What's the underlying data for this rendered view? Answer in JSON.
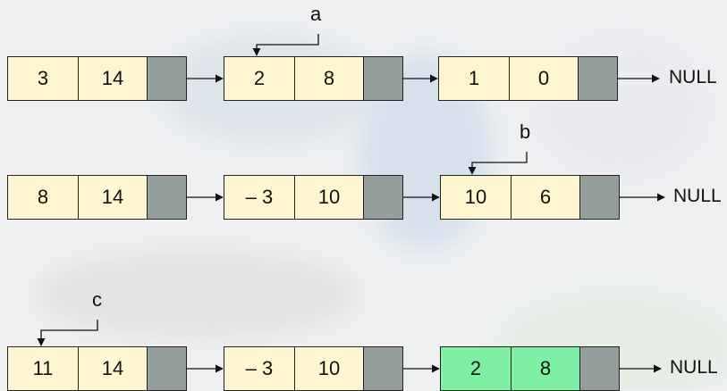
{
  "lists": [
    {
      "nodes": [
        {
          "coef": "3",
          "exp": "14"
        },
        {
          "coef": "2",
          "exp": "8"
        },
        {
          "coef": "1",
          "exp": "0"
        }
      ],
      "terminator": "NULL"
    },
    {
      "nodes": [
        {
          "coef": "8",
          "exp": "14"
        },
        {
          "coef": "– 3",
          "exp": "10"
        },
        {
          "coef": "10",
          "exp": "6"
        }
      ],
      "terminator": "NULL"
    },
    {
      "nodes": [
        {
          "coef": "11",
          "exp": "14"
        },
        {
          "coef": "– 3",
          "exp": "10"
        },
        {
          "coef": "2",
          "exp": "8",
          "highlighted": true
        }
      ],
      "terminator": "NULL"
    }
  ],
  "pointers": [
    {
      "label": "a"
    },
    {
      "label": "b"
    },
    {
      "label": "c"
    }
  ],
  "colors": {
    "node_fill": "#fef6d0",
    "link_cell": "#949e9c",
    "highlight": "#7ef0a6"
  }
}
